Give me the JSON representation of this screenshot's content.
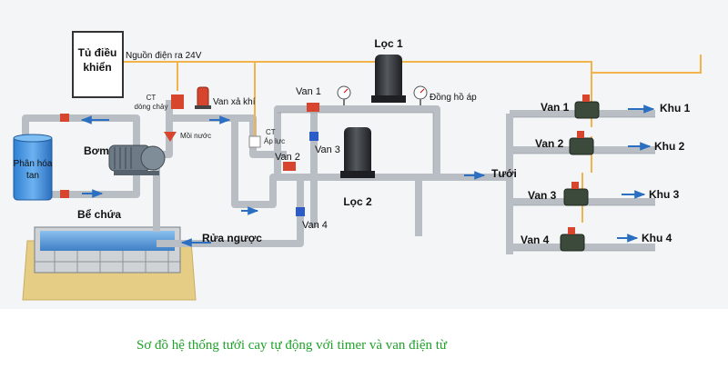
{
  "diagram": {
    "labels": {
      "controller": [
        "Tủ điều",
        "khiển"
      ],
      "power": "Nguồn điện ra 24V",
      "flow_ct": [
        "CT",
        "dòng chảy"
      ],
      "air_valve": "Van xả khí",
      "priming": "Mồi nước",
      "pressure_ct": [
        "CT",
        "Áp lực"
      ],
      "pump": "Bơm",
      "fertilizer_tank": [
        "Phân hóa",
        "tan"
      ],
      "reservoir": "Bể chứa",
      "backwash": "Rửa ngược",
      "valve1": "Van 1",
      "valve2": "Van 2",
      "valve3": "Van 3",
      "valve4": "Van 4",
      "filter1": "Lọc 1",
      "filter2": "Lọc 2",
      "gauge": "Đồng hồ áp",
      "irrigate": "Tưới",
      "zone_valves": [
        "Van 1",
        "Van 2",
        "Van 3",
        "Van 4"
      ],
      "zones": [
        "Khu 1",
        "Khu 2",
        "Khu 3",
        "Khu 4"
      ]
    },
    "caption": "Sơ đồ hệ thống tưới cay tự động với timer và van điện từ"
  },
  "colors": {
    "pipe": "#b9bec4",
    "pipe_edge": "#8d9399",
    "wire": "#f2b44a",
    "arrow": "#2b6fc2",
    "valve_red": "#d8452e",
    "valve_blue": "#2a5bc8",
    "filter_dark": "#2c2f33",
    "water": "#4d8fd0",
    "tank_blue": "#3f8ee0",
    "soil": "#e8cf8a",
    "caption": "#1fa22a"
  }
}
